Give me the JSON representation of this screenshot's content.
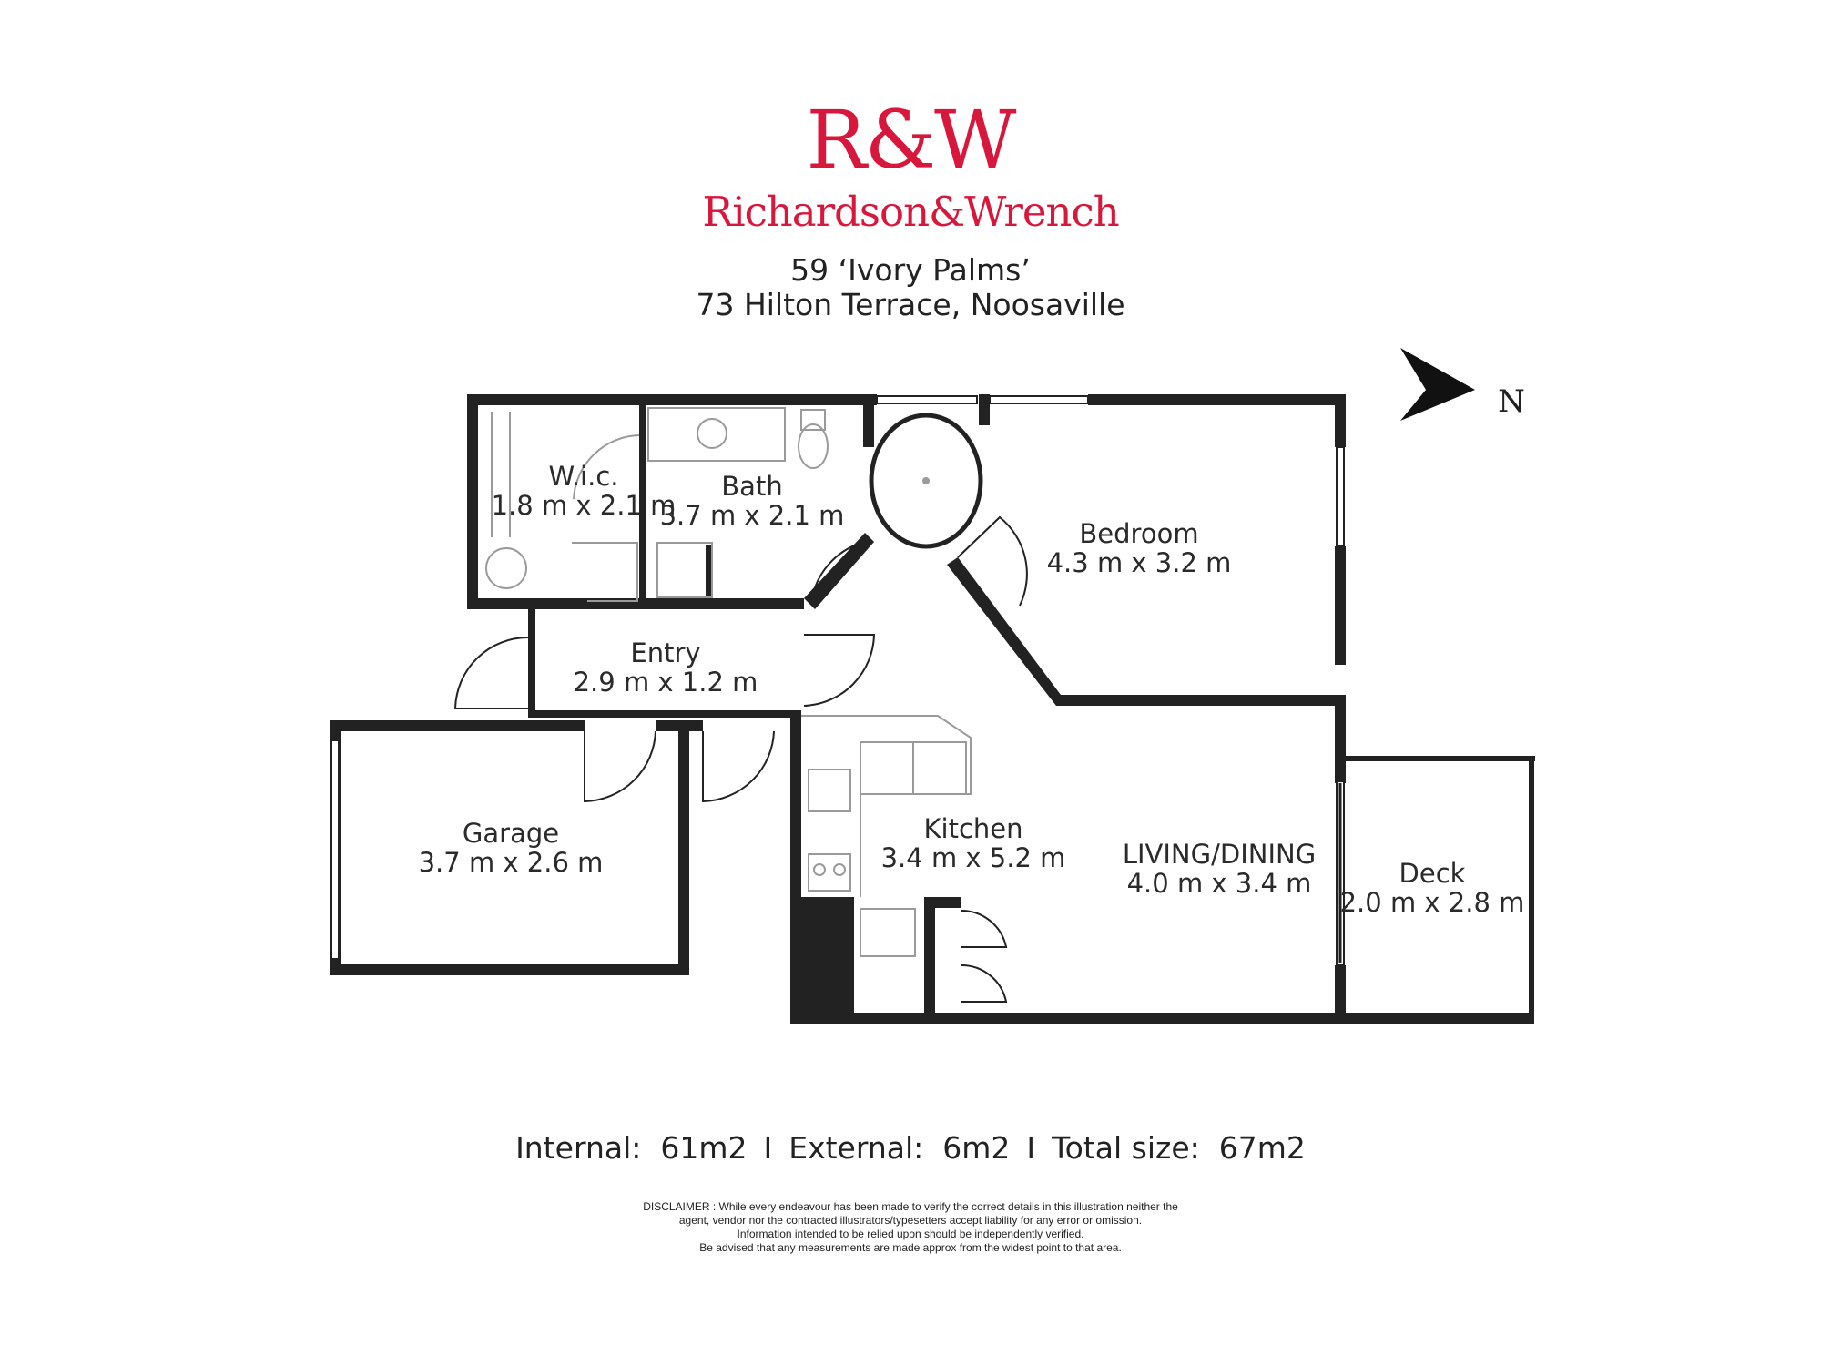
{
  "branding": {
    "logo_mark": "R&W",
    "logo_name": "Richardson&Wrench",
    "brand_color": "#d7183c"
  },
  "address": {
    "line1": "59 ‘Ivory Palms’",
    "line2": "73 Hilton Terrace, Noosaville"
  },
  "compass": {
    "label": "N",
    "icon": "north-arrow-icon"
  },
  "rooms": {
    "wic": {
      "name": "W.i.c.",
      "dims": "1.8 m x 2.1 m"
    },
    "bath": {
      "name": "Bath",
      "dims": "3.7 m x 2.1 m"
    },
    "bedroom": {
      "name": "Bedroom",
      "dims": "4.3 m x 3.2 m"
    },
    "entry": {
      "name": "Entry",
      "dims": "2.9 m x 1.2 m"
    },
    "garage": {
      "name": "Garage",
      "dims": "3.7 m x 2.6 m"
    },
    "kitchen": {
      "name": "Kitchen",
      "dims": "3.4 m x 5.2 m"
    },
    "living": {
      "name": "LIVING/DINING",
      "dims": "4.0 m x 3.4 m"
    },
    "deck": {
      "name": "Deck",
      "dims": "2.0 m x 2.8 m"
    }
  },
  "summary": {
    "internal": "Internal:  61m2",
    "external": "External:  6m2",
    "total": "Total size:  67m2",
    "separator": "I"
  },
  "disclaimer": [
    "DISCLAIMER : While every endeavour has been made to verify the correct details in this illustration neither the",
    "agent, vendor nor the contracted illustrators/typesetters accept liability for any error or omission.",
    "Information intended to be relied upon should be independently verified.",
    "Be advised that any measurements are made approx from the widest point to that area."
  ],
  "colors": {
    "wall": "#222222",
    "fixture": "#9a9a9a",
    "text": "#2a2a2a"
  }
}
